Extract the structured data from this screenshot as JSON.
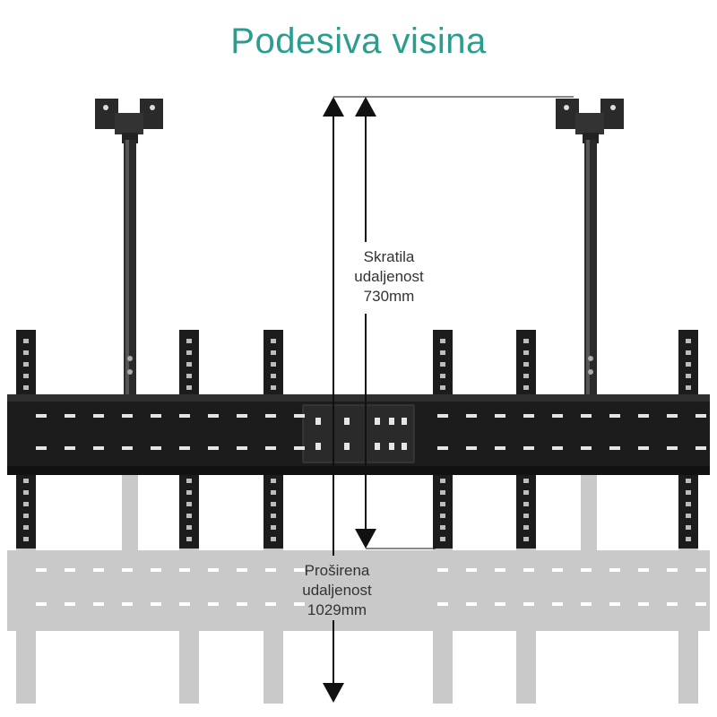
{
  "title": "Podesiva visina",
  "colors": {
    "title": "#2a9d8f",
    "mount": "#1c1c1c",
    "ghost": "#c9c9c9",
    "arrow": "#111111"
  },
  "short_distance": {
    "line1": "Skratila",
    "line2": "udaljenost",
    "line3": "730mm"
  },
  "extended_distance": {
    "line1": "Proširena",
    "line2": "udaljenost",
    "line3": "1029mm"
  },
  "icons": [
    "ceiling-bracket-icon",
    "arrow-up-icon",
    "arrow-down-icon"
  ]
}
